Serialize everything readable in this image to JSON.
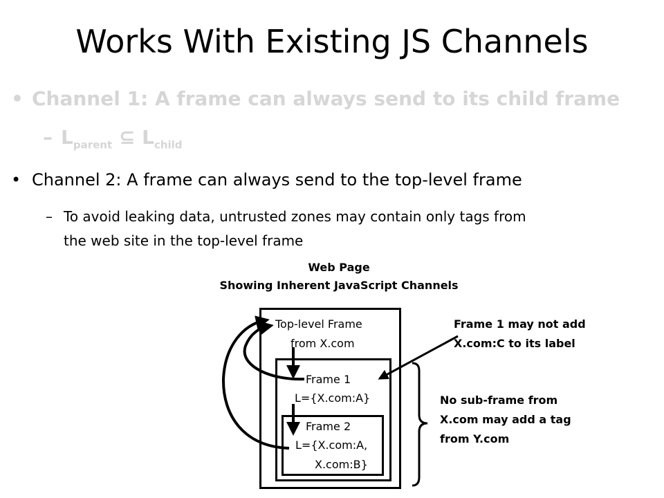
{
  "title": "Works With Existing JS Channels",
  "bullets": {
    "channel1": "Channel 1: A frame can always send to its child frame",
    "channel1_formula": {
      "lhs": "L",
      "lhs_sub": "parent",
      "op": "⊆",
      "rhs": "L",
      "rhs_sub": "child"
    },
    "channel2": "Channel 2: A frame can always send to the top-level frame",
    "channel2_sub_line1": "To avoid leaking data, untrusted zones may contain only tags from",
    "channel2_sub_line2": "the web site in the top-level frame"
  },
  "diagram": {
    "title_line1": "Web Page",
    "title_line2": "Showing Inherent JavaScript Channels",
    "top_frame_line1": "Top-level Frame",
    "top_frame_line2": "from X.com",
    "frame1_line1": "Frame 1",
    "frame1_line2": "L={X.com:A}",
    "frame2_line1": "Frame 2",
    "frame2_line2": "L={X.com:A,",
    "frame2_line3": "X.com:B}",
    "note1_line1": "Frame 1 may not add",
    "note1_line2": "X.com:C to its label",
    "note2_line1": "No sub-frame from",
    "note2_line2": "X.com may add a tag",
    "note2_line3": "from Y.com"
  },
  "colors": {
    "dimmed_text": "#d6d6d6",
    "text": "#000000"
  },
  "icons": {
    "bullet": "bullet-dot",
    "sub_bullet": "en-dash"
  }
}
